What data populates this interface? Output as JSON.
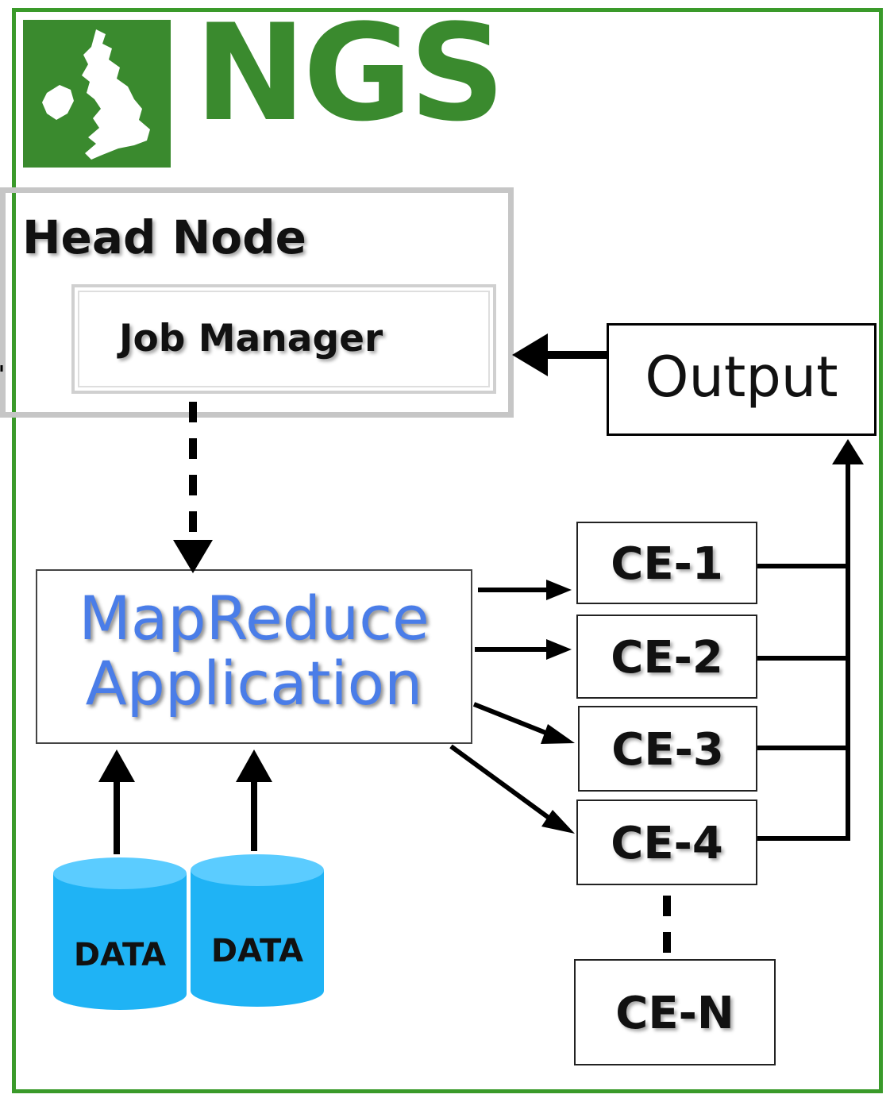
{
  "logo": {
    "text": "NGS",
    "color": "#3a8a2e"
  },
  "head_node": {
    "label": "Head Node"
  },
  "job_manager": {
    "label": "Job Manager"
  },
  "output": {
    "label": "Output"
  },
  "application": {
    "line1": "MapReduce",
    "line2": "Application",
    "color": "#4a7de8"
  },
  "compute_elements": [
    "CE-1",
    "CE-2",
    "CE-3",
    "CE-4",
    "CE-N"
  ],
  "data_stores": [
    {
      "label": "DATA"
    },
    {
      "label": "DATA"
    }
  ],
  "colors": {
    "frame": "#3a9a2a",
    "cylinder": "#1fb3f5",
    "head_border": "#c6c6c6"
  }
}
